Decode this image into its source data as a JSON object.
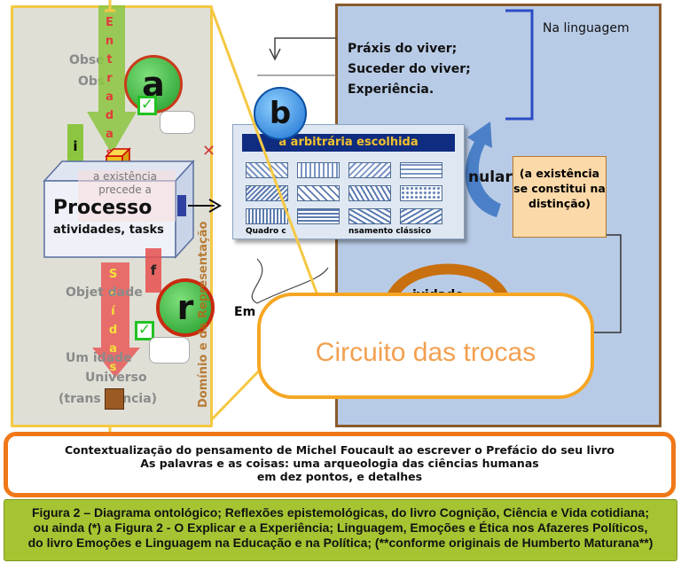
{
  "left_panel": {
    "entradas": "Entradas",
    "saidas": "Saídas",
    "ghost_observ1": "Obse",
    "ghost_observ2": "Obs",
    "existencia_text": "a existência\nprecede a",
    "processo_title": "Processo",
    "processo_sub": "atividades, tasks",
    "objet_text": "Objet   dade",
    "universo1": "Um   idade",
    "universo2": "Universo",
    "universo3": "(trans   dência)",
    "dominio": "Domínio   e da Representação",
    "label_i": "i",
    "label_f": "f",
    "badge_a": "a",
    "badge_r": "r"
  },
  "middle": {
    "badge_b": "b",
    "quadro_title": "a arbitrária escolhida",
    "quadro_caption_left": "Quadro c",
    "quadro_caption_right": "nsamento clássico",
    "em_text": "Em"
  },
  "right_panel": {
    "na_linguagem": "Na linguagem",
    "lines": [
      "Práxis do viver;",
      "Suceder do viver;",
      "Experiência."
    ],
    "nular": "nular",
    "note": "(a existência se constitui na distinção)",
    "partial_bottom": "ividade"
  },
  "callout": {
    "text": "Circuito das trocas"
  },
  "caption_orange": {
    "lines": [
      "Contextualização do pensamento de Michel Foucault ao escrever o Prefácio do seu livro",
      "As palavras e as coisas: uma arqueologia das ciências humanas",
      "em dez pontos, e detalhes"
    ]
  },
  "caption_green": {
    "lines": [
      "Figura 2 – Diagrama ontológico; Reflexões epistemológicas, do livro Cognição, Ciência e Vida cotidiana;",
      "ou ainda (*) a Figura 2 - O Explicar e a Experiência; Linguagem, Emoções e Ética nos Afazeres Políticos,",
      "do livro Emoções e Linguagem na Educação e na Política; (**conforme originais de Humberto Maturana**)"
    ]
  },
  "colors": {
    "yellow_border": "#f5c842",
    "orange_border": "#f07818",
    "green_caption": "#a6c432",
    "blue_panel": "#b8cbe6",
    "quadro_title_bg": "#102c80"
  }
}
